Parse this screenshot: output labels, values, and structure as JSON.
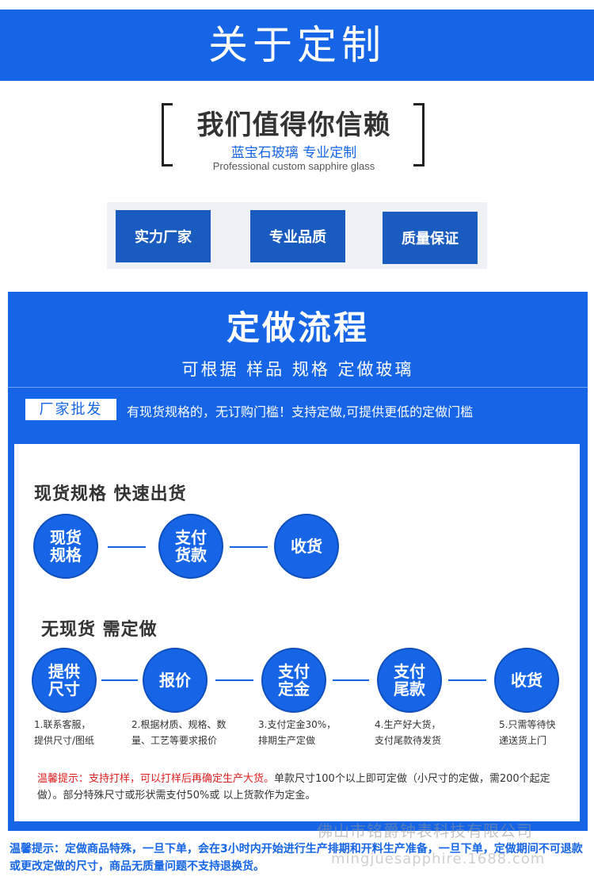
{
  "header": {
    "title": "关于定制"
  },
  "trust": {
    "title": "我们值得你信赖",
    "subtitle": "蓝宝石玻璃  专业定制",
    "english": "Professional custom sapphire glass"
  },
  "badges": [
    "实力厂家",
    "专业品质",
    "质量保证"
  ],
  "process": {
    "title": "定做流程",
    "subtitle": "可根据 样品 规格 定做玻璃",
    "factory_label": "厂家批发",
    "factory_text": "有现货规格的，无订购门槛！支持定做,可提供更低的定做门槛"
  },
  "stock": {
    "title": "现货规格 快速出货",
    "steps": [
      "现货\n规格",
      "支付\n货款",
      "收货"
    ]
  },
  "custom": {
    "title": "无现货 需定做",
    "steps": [
      "提供\n尺寸",
      "报价",
      "支付\n定金",
      "支付\n尾款",
      "收货"
    ],
    "notes": [
      "1.联系客服，\n提供尺寸/图纸",
      "2.根据材质、规格、数\n量、工艺等要求报价",
      "3.支付定金30%，\n排期生产定做",
      "4.生产好大货，\n支付尾款待发货",
      "5.只需等待快\n递送货上门"
    ]
  },
  "warning1": {
    "red": "温馨提示：支持打样，可以打样后再确定生产大货。",
    "rest": "单款尺寸100个以上即可定做（小尺寸的定做，需200个起定做）。部分特殊尺寸或形状需支付50%或 以上货款作为定金。"
  },
  "warning2": "温馨提示：定做商品特殊，一旦下单，会在3小时内开始进行生产排期和开料生产准备，一旦下单，定做期间不可退款或更改定做的尺寸，商品无质量问题不支持退换货。",
  "watermark": {
    "company": "佛山市铭爵钟表科技有限公司",
    "url": "mingjuesapphire.1688.com"
  },
  "colors": {
    "primary": "#1565e6",
    "badge": "#1a5bbf",
    "warning": "#e02020"
  }
}
